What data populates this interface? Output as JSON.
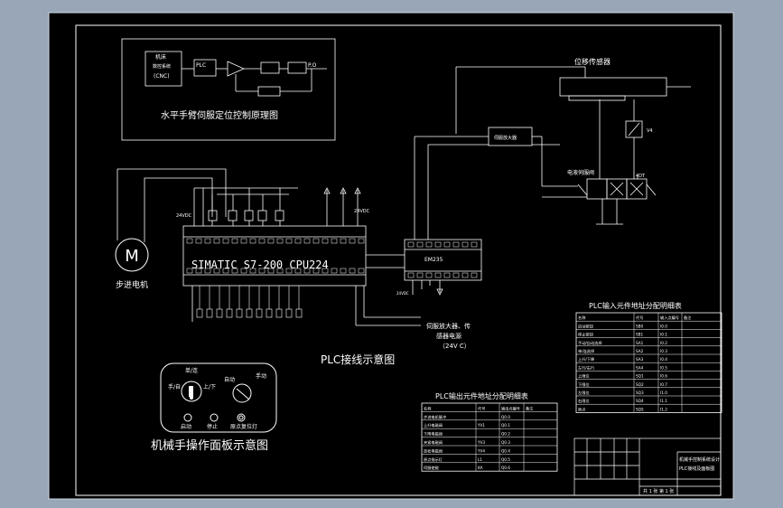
{
  "panel": {
    "title": "机械手操作面板示意图",
    "left_knob_top": "单/连",
    "left_knob_left": "手/自",
    "left_knob_right": "上/下",
    "right_knob_left": "自动",
    "right_knob_right": "手动",
    "buttons": [
      "启动",
      "停止",
      "原点复位灯"
    ]
  },
  "servo_box": {
    "caption": "水平手臂伺服定位控制原理图",
    "cnc": "(CNC)",
    "plc": "PLC",
    "out": "P.O"
  },
  "plc": {
    "model": "SIMATIC  S7-200  CPU224",
    "title": "PLC接线示意图",
    "v24_left": "24VDC",
    "v24_right": "24VDC",
    "ext_block": "EM235",
    "note1": "伺服放大器、传",
    "note2": "感器电源",
    "note3": "（24V C）",
    "stepper": "步进电机",
    "motor_symbol": "M"
  },
  "hydraulic": {
    "sensor": "位移传感器",
    "servo_amp": "伺服放大器",
    "valve": "电液伺服阀",
    "v4": "V4",
    "v_4dt": "4DT"
  },
  "input_table": {
    "title": "PLC输入元件地址分配明细表",
    "headers": [
      "名称",
      "代号",
      "输入点编号",
      "备注"
    ],
    "rows": [
      [
        "启动按钮",
        "SB0",
        "I0.0",
        ""
      ],
      [
        "停止按钮",
        "SB1",
        "I0.1",
        ""
      ],
      [
        "手动/自动选择",
        "SA1",
        "I0.2",
        ""
      ],
      [
        "单/连选择",
        "SA2",
        "I0.3",
        ""
      ],
      [
        "上升/下降",
        "SA3",
        "I0.4",
        ""
      ],
      [
        "左行/右行",
        "SA4",
        "I0.5",
        ""
      ],
      [
        "上限位",
        "SQ1",
        "I0.6",
        ""
      ],
      [
        "下限位",
        "SQ2",
        "I0.7",
        ""
      ],
      [
        "左限位",
        "SQ3",
        "I1.0",
        ""
      ],
      [
        "右限位",
        "SQ4",
        "I1.1",
        ""
      ],
      [
        "原点",
        "SQ5",
        "I1.2",
        ""
      ]
    ]
  },
  "output_table": {
    "title": "PLC输出元件地址分配明细表",
    "headers": [
      "名称",
      "代号",
      "输出点编号",
      "备注"
    ],
    "rows": [
      [
        "步进电机脉冲",
        "",
        "Q0.0",
        ""
      ],
      [
        "上升电磁阀",
        "YV1",
        "Q0.1",
        ""
      ],
      [
        "下降电磁阀",
        "",
        "Q0.2",
        ""
      ],
      [
        "夹紧电磁阀",
        "YV3",
        "Q0.3",
        ""
      ],
      [
        "放松电磁阀",
        "YV4",
        "Q0.4",
        ""
      ],
      [
        "原点指示灯",
        "L1",
        "Q0.5",
        ""
      ],
      [
        "伺服使能",
        "KA",
        "Q0.6",
        ""
      ]
    ]
  },
  "title_block": {
    "name": "机械手控制系统设计",
    "drawing_no": "PLC接线及面板图",
    "sheet": "共 1 张  第 1 张"
  },
  "colors": {
    "bg": "#98a6b8",
    "canvas": "#000000",
    "line": "#ffffff"
  }
}
